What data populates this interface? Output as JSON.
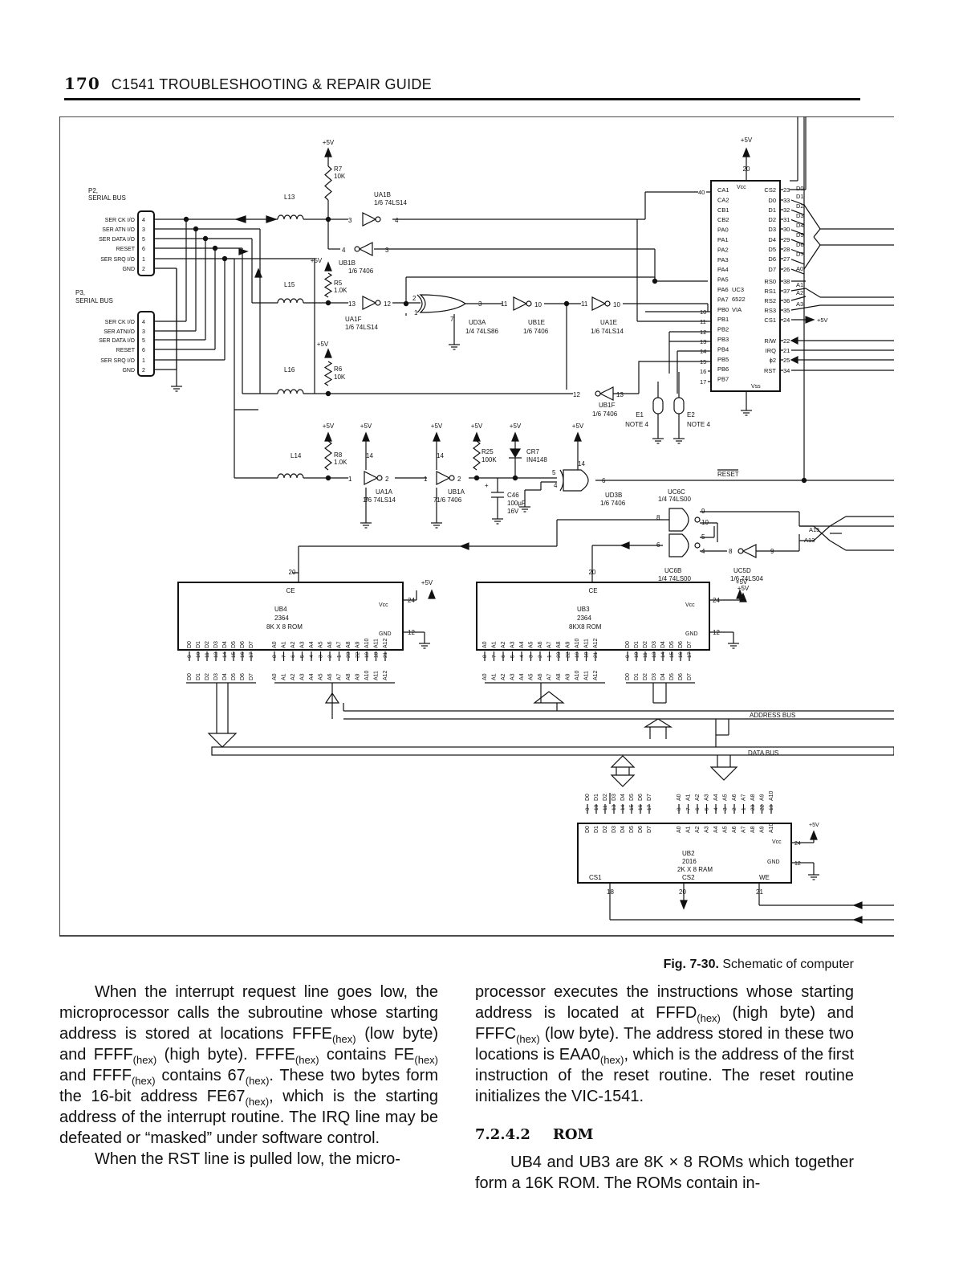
{
  "header": {
    "page_number": "170",
    "running_title": "C1541 TROUBLESHOOTING & REPAIR GUIDE"
  },
  "figure": {
    "caption_label": "Fig. 7-30.",
    "caption_text": "Schematic of computer",
    "labels": {
      "p2": "P2,",
      "p2_bus": "SERIAL BUS",
      "p3": "P3,",
      "p3_bus": "SERIAL BUS",
      "pins_left": [
        "SER CK I/O",
        "SER ATN I/O",
        "SER DATA I/O",
        "RESET",
        "SER SRQ I/O",
        "GND"
      ],
      "pins_left_p3": [
        "SER CK I/O",
        "SER ATNI/O",
        "SER DATA I/O",
        "RESET",
        "SER SRQ I/O",
        "GND"
      ],
      "pin_nums_p2": [
        "4",
        "3",
        "5",
        "6",
        "1",
        "2"
      ],
      "pin_nums_p3": [
        "4",
        "3",
        "5",
        "6",
        "1",
        "2"
      ],
      "plus5v": "+5V",
      "l13": "L13",
      "l15": "L15",
      "l16": "L16",
      "l14": "L14",
      "r7": "R7",
      "r7v": "10K",
      "r5": "R5",
      "r5v": "1.0K",
      "r6": "R6",
      "r6v": "10K",
      "r8": "R8",
      "r8v": "1.0K",
      "r25": "R25",
      "r25v": "100K",
      "cr7": "CR7",
      "cr7v": "IN4148",
      "c46": "C46",
      "c46v": "100µF",
      "c46v2": "16V",
      "ua1b": "UA1B",
      "ua1b_t": "1/6 74LS14",
      "ub1b": "UB1B",
      "ub1b_t": "1/6 7406",
      "ua1f": "UA1F",
      "ua1f_t": "1/6 74LS14",
      "ud3a": "UD3A",
      "ud3a_t": "1/4 74LS86",
      "ub1e": "UB1E",
      "ub1e_t": "1/6 7406",
      "ua1e": "UA1E",
      "ua1e_t": "1/6 74LS14",
      "ub1f": "UB1F",
      "ub1f_t": "1/6 7406",
      "ua1a": "UA1A",
      "ua1a_t": "1/6 74LS14",
      "ub1a": "UB1A",
      "ub1a_t": "1/6 7406",
      "ud3b": "UD3B",
      "ud3b_t": "1/6 7406",
      "uc6c": "UC6C",
      "uc6c_t": "1/4 74LS00",
      "uc6b": "UC6B",
      "uc6b_t": "1/4 74LS00",
      "uc5d": "UC5D",
      "uc5d_t": "1/6 74LS04",
      "e1": "E1",
      "e2": "E2",
      "note4": "NOTE 4",
      "reset": "RESET",
      "uc3_title": "UC3",
      "uc3_part": "6522",
      "uc3_via": "VIA",
      "uc3_left": [
        "CA1",
        "CA2",
        "CB1",
        "CB2",
        "PA0",
        "PA1",
        "PA2",
        "PA3",
        "PA4",
        "PA5",
        "PA6",
        "PA7",
        "PB0",
        "PB1",
        "PB2",
        "PB3",
        "PB4",
        "PB5",
        "PB6",
        "PB7"
      ],
      "uc3_right": [
        "CS2",
        "D0",
        "D1",
        "D2",
        "D3",
        "D4",
        "D5",
        "D6",
        "D7",
        "RS0",
        "RS1",
        "RS2",
        "RS3",
        "CS1",
        "R/W",
        "IRQ",
        "ϕ2",
        "RST"
      ],
      "uc3_right_pins": [
        "23",
        "33",
        "32",
        "31",
        "30",
        "29",
        "28",
        "27",
        "26",
        "38",
        "37",
        "36",
        "35",
        "24",
        "22",
        "21",
        "25",
        "34"
      ],
      "uc3_left_pins": [
        "40",
        "10",
        "11",
        "12",
        "13",
        "14",
        "15",
        "16",
        "17"
      ],
      "vcc": "Vcc",
      "vss": "Vss",
      "gnd": "GND",
      "pin20": "20",
      "bus_right": [
        "D0",
        "D1",
        "D2",
        "D3",
        "D4",
        "D5",
        "D6",
        "D7",
        "A0",
        "A1",
        "A2",
        "A3"
      ],
      "ub4": "UB4",
      "ub4_part": "2364",
      "ub4_desc": "8K X 8 ROM",
      "ub3": "UB3",
      "ub3_part": "2364",
      "ub3_desc": "8KX8 ROM",
      "ce": "CE",
      "rom_data": [
        "D0",
        "D1",
        "D2",
        "D3",
        "D4",
        "D5",
        "D6",
        "D7"
      ],
      "rom_addr": [
        "A0",
        "A1",
        "A2",
        "A3",
        "A4",
        "A5",
        "A6",
        "A7",
        "A8",
        "A9",
        "A10",
        "A11",
        "A12"
      ],
      "rom_data_pins": [
        "9",
        "10",
        "11",
        "13",
        "14",
        "15",
        "16",
        "17"
      ],
      "rom_addr_pins": [
        "8",
        "7",
        "6",
        "5",
        "4",
        "3",
        "2",
        "1",
        "23",
        "22",
        "19",
        "18",
        "21"
      ],
      "a15": "A15",
      "a13": "A13",
      "address_bus": "ADDRESS BUS",
      "data_bus": "DATA BUS",
      "ub2": "UB2",
      "ub2_part": "2016",
      "ub2_desc": "2K X 8 RAM",
      "ub2_addr": [
        "A0",
        "A1",
        "A2",
        "A3",
        "A4",
        "A5",
        "A6",
        "A7",
        "A8",
        "A9",
        "A10"
      ],
      "ub2_addr_pins": [
        "8",
        "7",
        "6",
        "5",
        "4",
        "3",
        "2",
        "1",
        "23",
        "22",
        "19"
      ],
      "cs1": "CS1",
      "cs2": "CS2",
      "we": "WE",
      "pin18": "18",
      "pin21": "21",
      "pin24": "24",
      "pin12": "12"
    }
  },
  "body_text": {
    "left_p1_a": "When the interrupt request line goes low, the microprocessor calls the subroutine whose starting address is stored at locations FFFE",
    "left_p1_b": " (low byte) and FFFF",
    "left_p1_c": " (high byte). FFFE",
    "left_p1_d": " contains FE",
    "left_p1_e": " and FFFF",
    "left_p1_f": " contains 67",
    "left_p1_g": ". These two bytes form the 16-bit address FE67",
    "left_p1_h": ", which is the starting address of the interrupt routine. The IRQ line may be defeated or “masked” under software control.",
    "left_p2": "When the RST line is pulled low, the micro-",
    "right_p1_a": "processor executes the instructions whose starting address is located at FFFD",
    "right_p1_b": " (high byte) and FFFC",
    "right_p1_c": " (low byte). The address stored in these two locations is EAA0",
    "right_p1_d": ", which is the address of the first instruction of the reset routine. The reset routine initializes the VIC-1541.",
    "hex": "(hex)",
    "section_number": "7.2.4.2",
    "section_title": "ROM",
    "right_p2": "UB4 and UB3 are 8K × 8 ROMs which together form a 16K ROM. The ROMs contain in-"
  }
}
